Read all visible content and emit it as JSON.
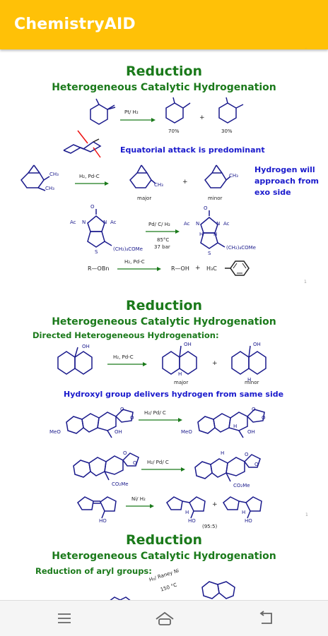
{
  "app": {
    "title": "ChemistryAID",
    "brand_color": "#FFC107"
  },
  "slides": [
    {
      "title": "Reduction",
      "subtitle": "Heterogeneous Catalytic Hydrogenation",
      "reaction1": {
        "reagent": "Pt/ H₂",
        "yield_major": "70%",
        "yield_minor": "30%"
      },
      "equatorial_note": "Equatorial attack is predominant",
      "reaction2": {
        "sub_ch3_a": "CH₃",
        "sub_ch3_b": "CH₃",
        "reagent": "H₂, Pd-C",
        "prod_ch3_a": "CH₃",
        "prod_ch3_b": "CH₃",
        "major": "major",
        "minor": "minor",
        "note_line1": "Hydrogen will",
        "note_line2": "approach from",
        "note_line3": "exo side"
      },
      "reaction3": {
        "ac_left": "Ac",
        "ac_right": "Ac",
        "n_left": "N",
        "n_right": "N",
        "o": "O",
        "s": "S",
        "side_chain": "(CH₂)₄COMe",
        "reagent": "Pd/ C/ H₂",
        "temp": "85°C",
        "pressure": "37 bar",
        "prod_ac_left": "Ac",
        "prod_ac_right": "Ac",
        "prod_n_left": "N",
        "prod_n_right": "N",
        "prod_h_left": "H",
        "prod_h_right": "H",
        "prod_o": "O",
        "prod_s": "S",
        "prod_side_chain": "(CH₂)₄COMe"
      },
      "reaction4": {
        "reactant": "R—OBn",
        "reagent": "H₂, Pd-C",
        "product": "R—OH",
        "plus": "+",
        "toluene_ch3": "H₃C"
      },
      "plus": "+"
    },
    {
      "title": "Reduction",
      "subtitle": "Heterogeneous Catalytic Hydrogenation",
      "directed_label": "Directed Heterogeneous Hydrogenation:",
      "reaction1": {
        "oh": "OH",
        "reagent": "H₂, Pd-C",
        "prod_oh_a": "OH",
        "prod_h_a": "H",
        "major": "major",
        "prod_oh_b": "OH",
        "prod_h_b": "H",
        "minor": "minor",
        "plus": "+"
      },
      "hydroxyl_note": "Hydroxyl group delivers hydrogen from same side",
      "reaction2": {
        "meo": "MeO",
        "oh": "OH",
        "o1": "O",
        "o2": "O",
        "reagent": "H₂/ Pd/ C",
        "prod_meo": "MeO",
        "prod_oh": "OH",
        "prod_h": "H",
        "prod_o1": "O",
        "prod_o2": "O"
      },
      "reaction3": {
        "co2me": "CO₂Me",
        "o1": "O",
        "o2": "O",
        "reagent": "H₂/ Pd/ C",
        "prod_co2me": "CO₂Me",
        "prod_h": "H",
        "prod_o1": "O",
        "prod_o2": "O"
      },
      "reaction4": {
        "ho": "HO",
        "reagent": "Ni/ H₂",
        "prod_h_a": "H",
        "prod_ho_a": "HO",
        "plus": "+",
        "prod_h_b": "H",
        "prod_ho_b": "HO",
        "ratio": "(95:5)"
      }
    },
    {
      "title": "Reduction",
      "subtitle": "Heterogeneous Catalytic Hydrogenation",
      "aryl_label": "Reduction of aryl groups:",
      "reagent_line1": "H₂/ Raney Ni",
      "reagent_line2": "150 °C"
    }
  ],
  "navbar": {
    "menu_icon": "menu-icon",
    "home_icon": "home-icon",
    "back_icon": "back-icon"
  }
}
